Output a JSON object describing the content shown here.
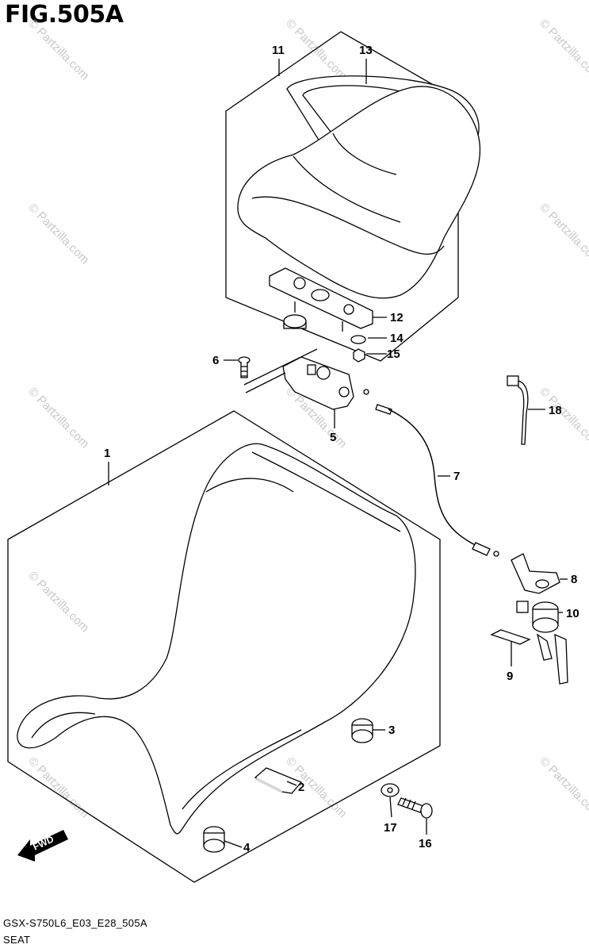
{
  "figure": {
    "title": "FIG.505A",
    "code": "GSX-S750L6_E03_E28_505A",
    "description": "SEAT"
  },
  "fwd_label": "FWD",
  "watermark": "© Partzilla.com",
  "callouts": [
    {
      "id": "1",
      "label": "1"
    },
    {
      "id": "2",
      "label": "2"
    },
    {
      "id": "3",
      "label": "3"
    },
    {
      "id": "4",
      "label": "4"
    },
    {
      "id": "5",
      "label": "5"
    },
    {
      "id": "6",
      "label": "6"
    },
    {
      "id": "7",
      "label": "7"
    },
    {
      "id": "8",
      "label": "8"
    },
    {
      "id": "9",
      "label": "9"
    },
    {
      "id": "10",
      "label": "10"
    },
    {
      "id": "11",
      "label": "11"
    },
    {
      "id": "12",
      "label": "12"
    },
    {
      "id": "13",
      "label": "13"
    },
    {
      "id": "14",
      "label": "14"
    },
    {
      "id": "15",
      "label": "15"
    },
    {
      "id": "16",
      "label": "16"
    },
    {
      "id": "17",
      "label": "17"
    },
    {
      "id": "18",
      "label": "18"
    }
  ]
}
